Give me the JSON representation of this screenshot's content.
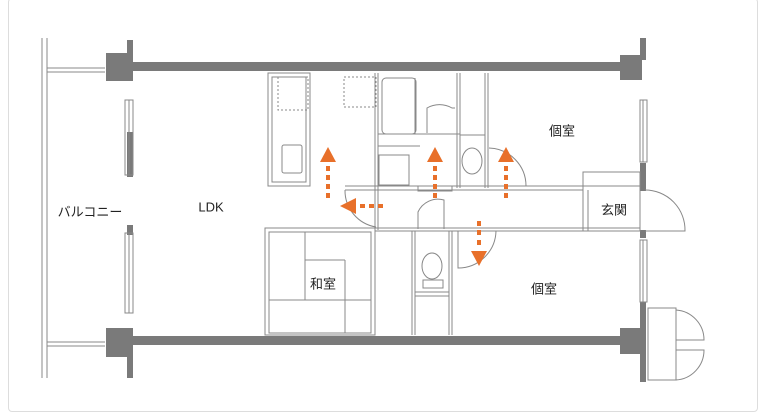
{
  "rooms": {
    "balcony": "バルコニー",
    "ldk": "LDK",
    "washitsu": "和室",
    "room1": "個室",
    "genkan": "玄関",
    "room2": "個室"
  },
  "colors": {
    "wall": "#7a7a7a",
    "line": "#888888",
    "arrow": "#e8702a"
  }
}
